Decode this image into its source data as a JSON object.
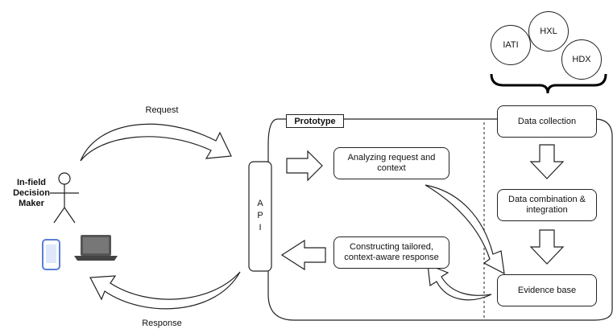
{
  "actor": {
    "line1": "In-field",
    "line2": "Decision",
    "line3": "Maker"
  },
  "labels": {
    "request": "Request",
    "response": "Response",
    "prototype": "Prototype"
  },
  "api": {
    "letters": [
      "A",
      "P",
      "I"
    ]
  },
  "boxes": {
    "analyzing": "Analyzing request and context",
    "constructing": "Constructing tailored, context-aware response",
    "data_collection": "Data collection",
    "data_combination": "Data combination & integration",
    "evidence_base": "Evidence base"
  },
  "sources": [
    "IATI",
    "HXL",
    "HDX"
  ],
  "colors": {
    "phone": "#5b7fd6",
    "laptop": "#555555"
  }
}
